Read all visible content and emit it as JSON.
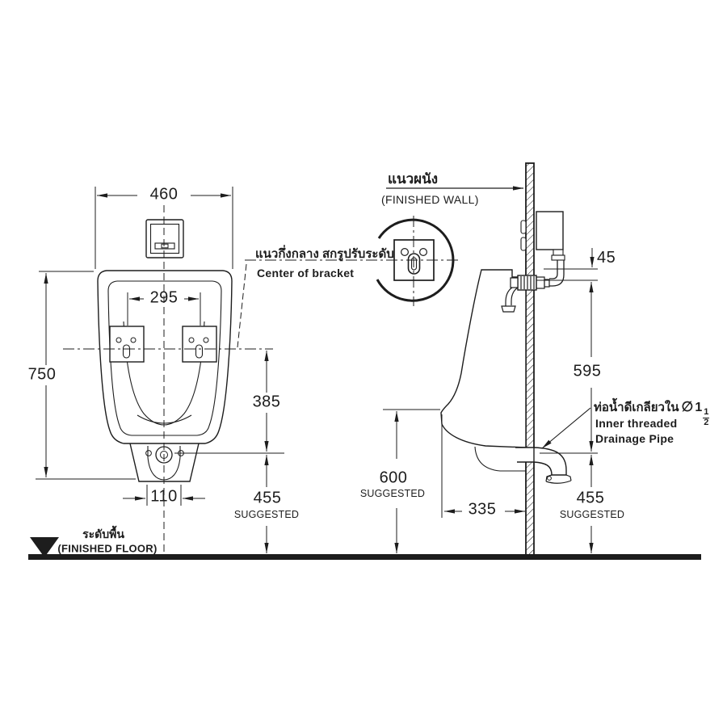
{
  "drawing": {
    "front_view": {
      "width_mm": "460",
      "bracket_spacing_mm": "295",
      "height_mm": "750",
      "bracket_to_outlet_mm": "385",
      "outlet_width_mm": "110",
      "outlet_height_mm": "455",
      "outlet_height_qualifier": "SUGGESTED"
    },
    "side_view": {
      "inlet_below_rim_mm": "45",
      "inlet_to_outlet_mm": "595",
      "rim_height_mm": "600",
      "rim_height_qualifier": "SUGGESTED",
      "depth_mm": "335",
      "outlet_height_mm": "455",
      "outlet_height_qualifier": "SUGGESTED"
    },
    "labels": {
      "finished_wall_th": "แนวผนัง",
      "finished_wall_en": "(FINISHED WALL)",
      "finished_floor_th": "ระดับพื้น",
      "finished_floor_en": "(FINISHED FLOOR)",
      "center_of_bracket_th": "แนวกึ่งกลาง สกรูปรับระดับ",
      "center_of_bracket_en": "Center of bracket",
      "drain_pipe_th": "ท่อน้ำดีเกลียวใน",
      "drain_diameter_symbol": "∅",
      "drain_size_whole": "1",
      "drain_size_numerator": "1",
      "drain_size_denominator": "2",
      "drain_pipe_en_line1": "Inner threaded",
      "drain_pipe_en_line2": "Drainage Pipe"
    },
    "colors": {
      "line": "#1d1d1d",
      "background": "#ffffff"
    }
  }
}
